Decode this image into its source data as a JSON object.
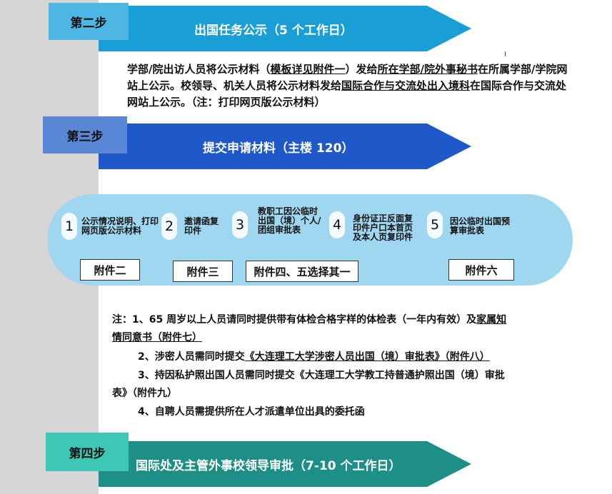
{
  "colors": {
    "step2_label": "#4db6e3",
    "step2_banner": "#199fd6",
    "step3_label": "#5a86d6",
    "step3_banner": "#1f58c9",
    "step4_label": "#3ec7b5",
    "step4_banner": "#1d8f86",
    "pill": "#9fd7f0"
  },
  "step2": {
    "label": "第二步",
    "title": "出国任务公示（5 个工作日）",
    "para": {
      "p1": "学部/院出访人员将公示材料（",
      "u1": "模板详见附件一",
      "p2": "）发给",
      "u2": "所在学部/院外事秘书",
      "p3": "在所属学部/学院网站上公示。校领导、机关人员将公示材料发给",
      "u3": "国际合作与交流处出入境科",
      "p4": "在国际合作与交流处网站上公示。（注：打印网页版公示材料）"
    }
  },
  "step3": {
    "label": "第三步",
    "title": "提交申请材料（主楼 120）",
    "items": [
      {
        "num": "1",
        "text": "公示情况说明、打印网页版公示材料"
      },
      {
        "num": "2",
        "text": "邀请函复印件"
      },
      {
        "num": "3",
        "text": "教职工因公临时出国（境）个人/团组审批表"
      },
      {
        "num": "4",
        "text": "身份证正反面复印件户口本首页及本人页复印件"
      },
      {
        "num": "5",
        "text": "因公临时出国预算审批表"
      }
    ],
    "attachments": [
      "附件二",
      "附件三",
      "附件四、五选择其一",
      "附件六"
    ]
  },
  "notes": {
    "n1_p1": "注：1、65 周岁以上人员请同时提供带有体检合格字样的体检表（一年内有效）及",
    "n1_u1a": "家属知",
    "n1_u1b": "情同意书（附件七）",
    "n2_p1": "2、涉密人员需同时提交",
    "n2_u1": "《大连理工大学涉密人员出国（境）审批表》（附件八）",
    "n3_p1": "3、持因私护照出国人员需同时提交《大连理工大学教工持普通护照出国（境）审批",
    "n3_p2": "表》（附件九）",
    "n4": "4、自聘人员需提供所在人才派遣单位出具的委托函"
  },
  "step4": {
    "label": "第四步",
    "title": "国际处及主管外事校领导审批（7-10 个工作日）"
  }
}
